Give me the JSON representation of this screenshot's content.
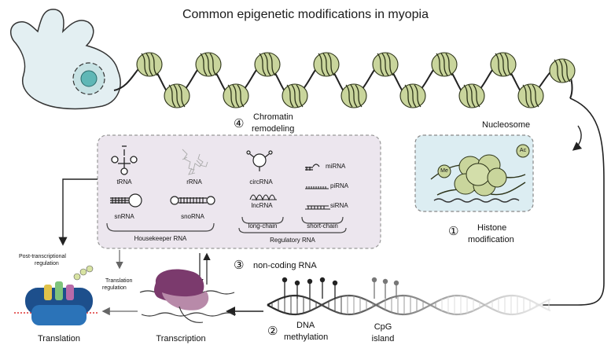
{
  "title": "Common epigenetic modifications in myopia",
  "steps": {
    "chromatin": {
      "number": "④",
      "line1": "Chromatin",
      "line2": "remodeling"
    },
    "histone": {
      "number": "①",
      "line1": "Histone",
      "line2": "modification"
    },
    "ncrna": {
      "number": "③",
      "label": "non-coding RNA"
    },
    "dna": {
      "number": "②",
      "line1": "DNA",
      "line2": "methylation"
    }
  },
  "nucleosome_label": "Nucleosome",
  "histone_marks": {
    "methyl": "Me",
    "acetyl": "Ac"
  },
  "rna_types": {
    "trna": "tRNA",
    "rrna": "rRNA",
    "snrna": "snRNA",
    "snorna": "snoRNA",
    "circrna": "circRNA",
    "lncrna": "lncRNA",
    "mirna": "miRNA",
    "pirna": "piRNA",
    "sirna": "siRNA"
  },
  "groups": {
    "housekeeper": "Housekeeper RNA",
    "long_chain": "long-chain",
    "short_chain": "short-chain",
    "regulatory": "Regulatory RNA"
  },
  "process_labels": {
    "post_transcriptional_1": "Post-transcriptional",
    "post_transcriptional_2": "regulation",
    "translation_reg_1": "Translation",
    "translation_reg_2": "regulation",
    "translation": "Translation",
    "transcription": "Transcription",
    "cpg_1": "CpG",
    "cpg_2": "island"
  },
  "colors": {
    "nucleosome": "#c9d59c",
    "nucleosome_dark": "#2c3318",
    "ncrna_panel": "#ece6ee",
    "histone_panel": "#dcedf2",
    "cell": "#e3eff2",
    "ribosome": "#7b3a6d",
    "ribosome_light": "#b88aa9"
  }
}
